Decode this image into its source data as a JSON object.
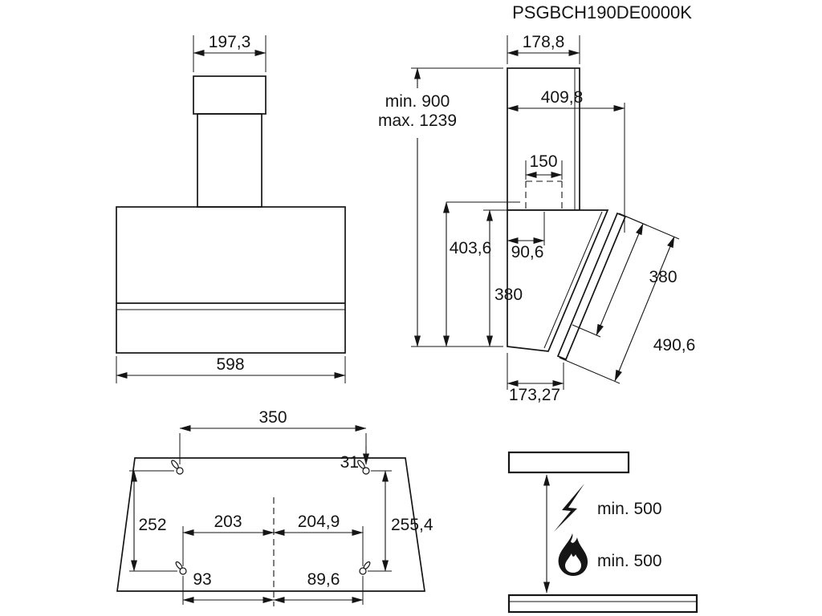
{
  "title": "PSGBCH190DE0000K",
  "front": {
    "chimney_width": "197,3",
    "body_width": "598"
  },
  "side": {
    "chimney_depth": "178,8",
    "height_min": "min. 900",
    "height_max": "max. 1239",
    "total_depth": "409,8",
    "duct_width": "150",
    "back_height": "403,6",
    "body_height": "380",
    "duct_offset": "90,6",
    "panel_length": "380",
    "panel_total_length": "490,6",
    "bottom_depth": "173,27"
  },
  "template": {
    "hole_spacing": "350",
    "edge_offset": "31",
    "left_height": "252",
    "left_span": "203",
    "right_span": "204,9",
    "right_height": "255,4",
    "bottom_left_span": "93",
    "bottom_right_span": "89,6"
  },
  "clearance": {
    "electric_min": "min. 500",
    "gas_min": "min. 500"
  },
  "colors": {
    "line": "#151515",
    "background": "#ffffff"
  }
}
